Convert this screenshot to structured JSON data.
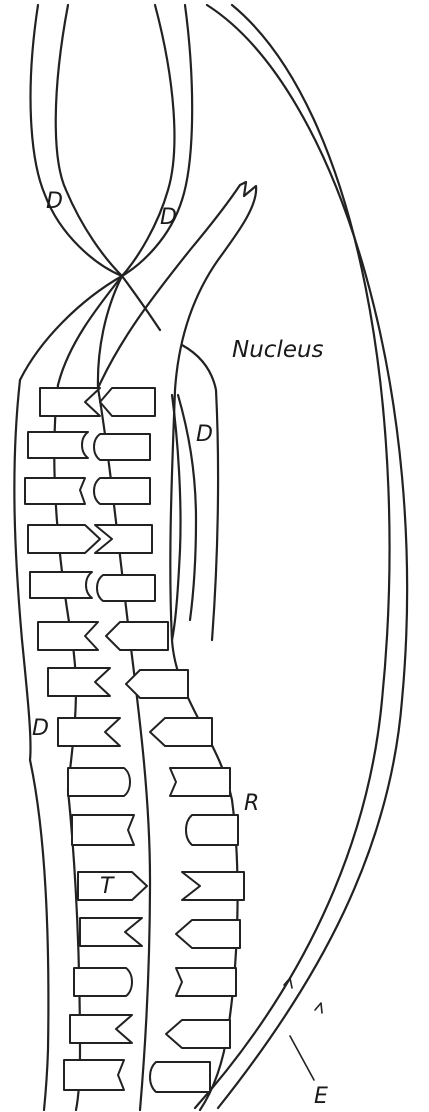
{
  "labels": {
    "d_top_left": "D",
    "d_top_right": "D",
    "nucleus": "Nucleus",
    "d_side": "D",
    "d_left": "D",
    "r": "R",
    "t": "T",
    "e": "E"
  },
  "colors": {
    "ink": "#222222",
    "background": "#ffffff"
  }
}
